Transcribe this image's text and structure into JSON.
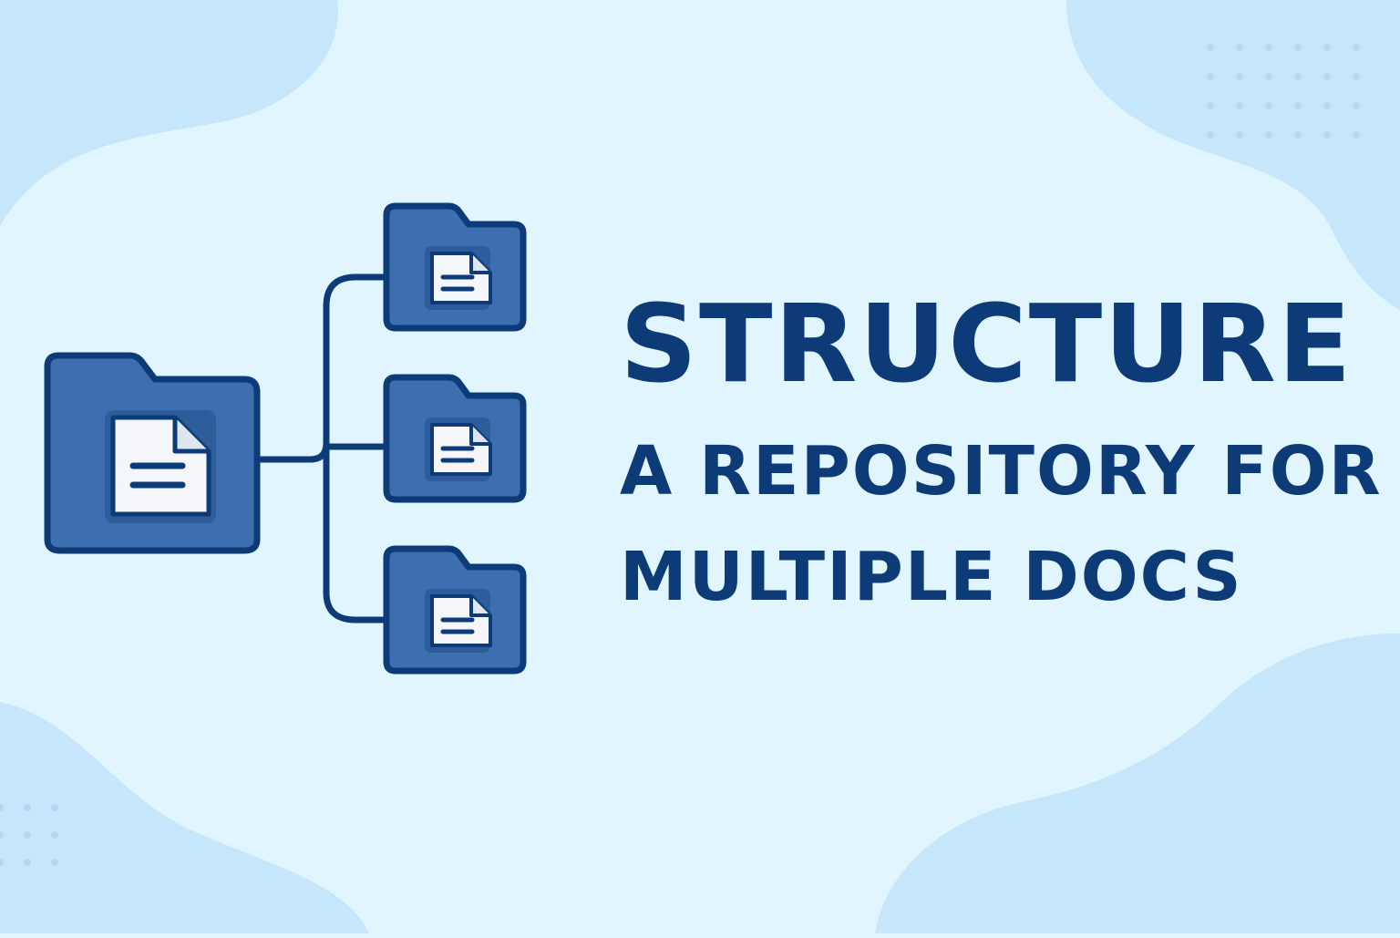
{
  "title": {
    "line1": "STRUCTURE",
    "line2": "A REPOSITORY FOR",
    "line3": "MULTIPLE DOCS"
  },
  "colors": {
    "background": "#e0f5fd",
    "blob": "#c6e7fb",
    "folder_fill": "#3d6fb0",
    "outline": "#0d3b78",
    "document": "#f4f6fa",
    "dots": "#b3d8f3",
    "title_text": "#0d3b78"
  },
  "diagram": {
    "root": {
      "name": "root-folder",
      "icon": "folder-document-icon"
    },
    "children": [
      {
        "name": "child-folder-1",
        "icon": "folder-document-icon"
      },
      {
        "name": "child-folder-2",
        "icon": "folder-document-icon"
      },
      {
        "name": "child-folder-3",
        "icon": "folder-document-icon"
      }
    ]
  }
}
